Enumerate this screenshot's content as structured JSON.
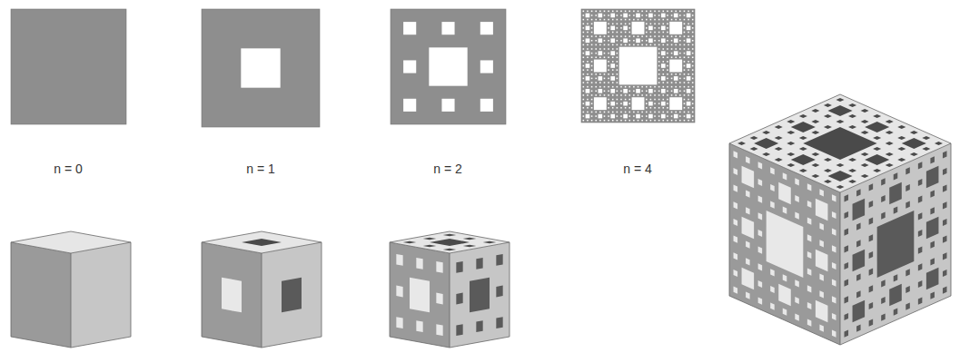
{
  "diagram": {
    "labels": [
      "n = 0",
      "n = 1",
      "n = 2",
      "n = 4"
    ]
  }
}
